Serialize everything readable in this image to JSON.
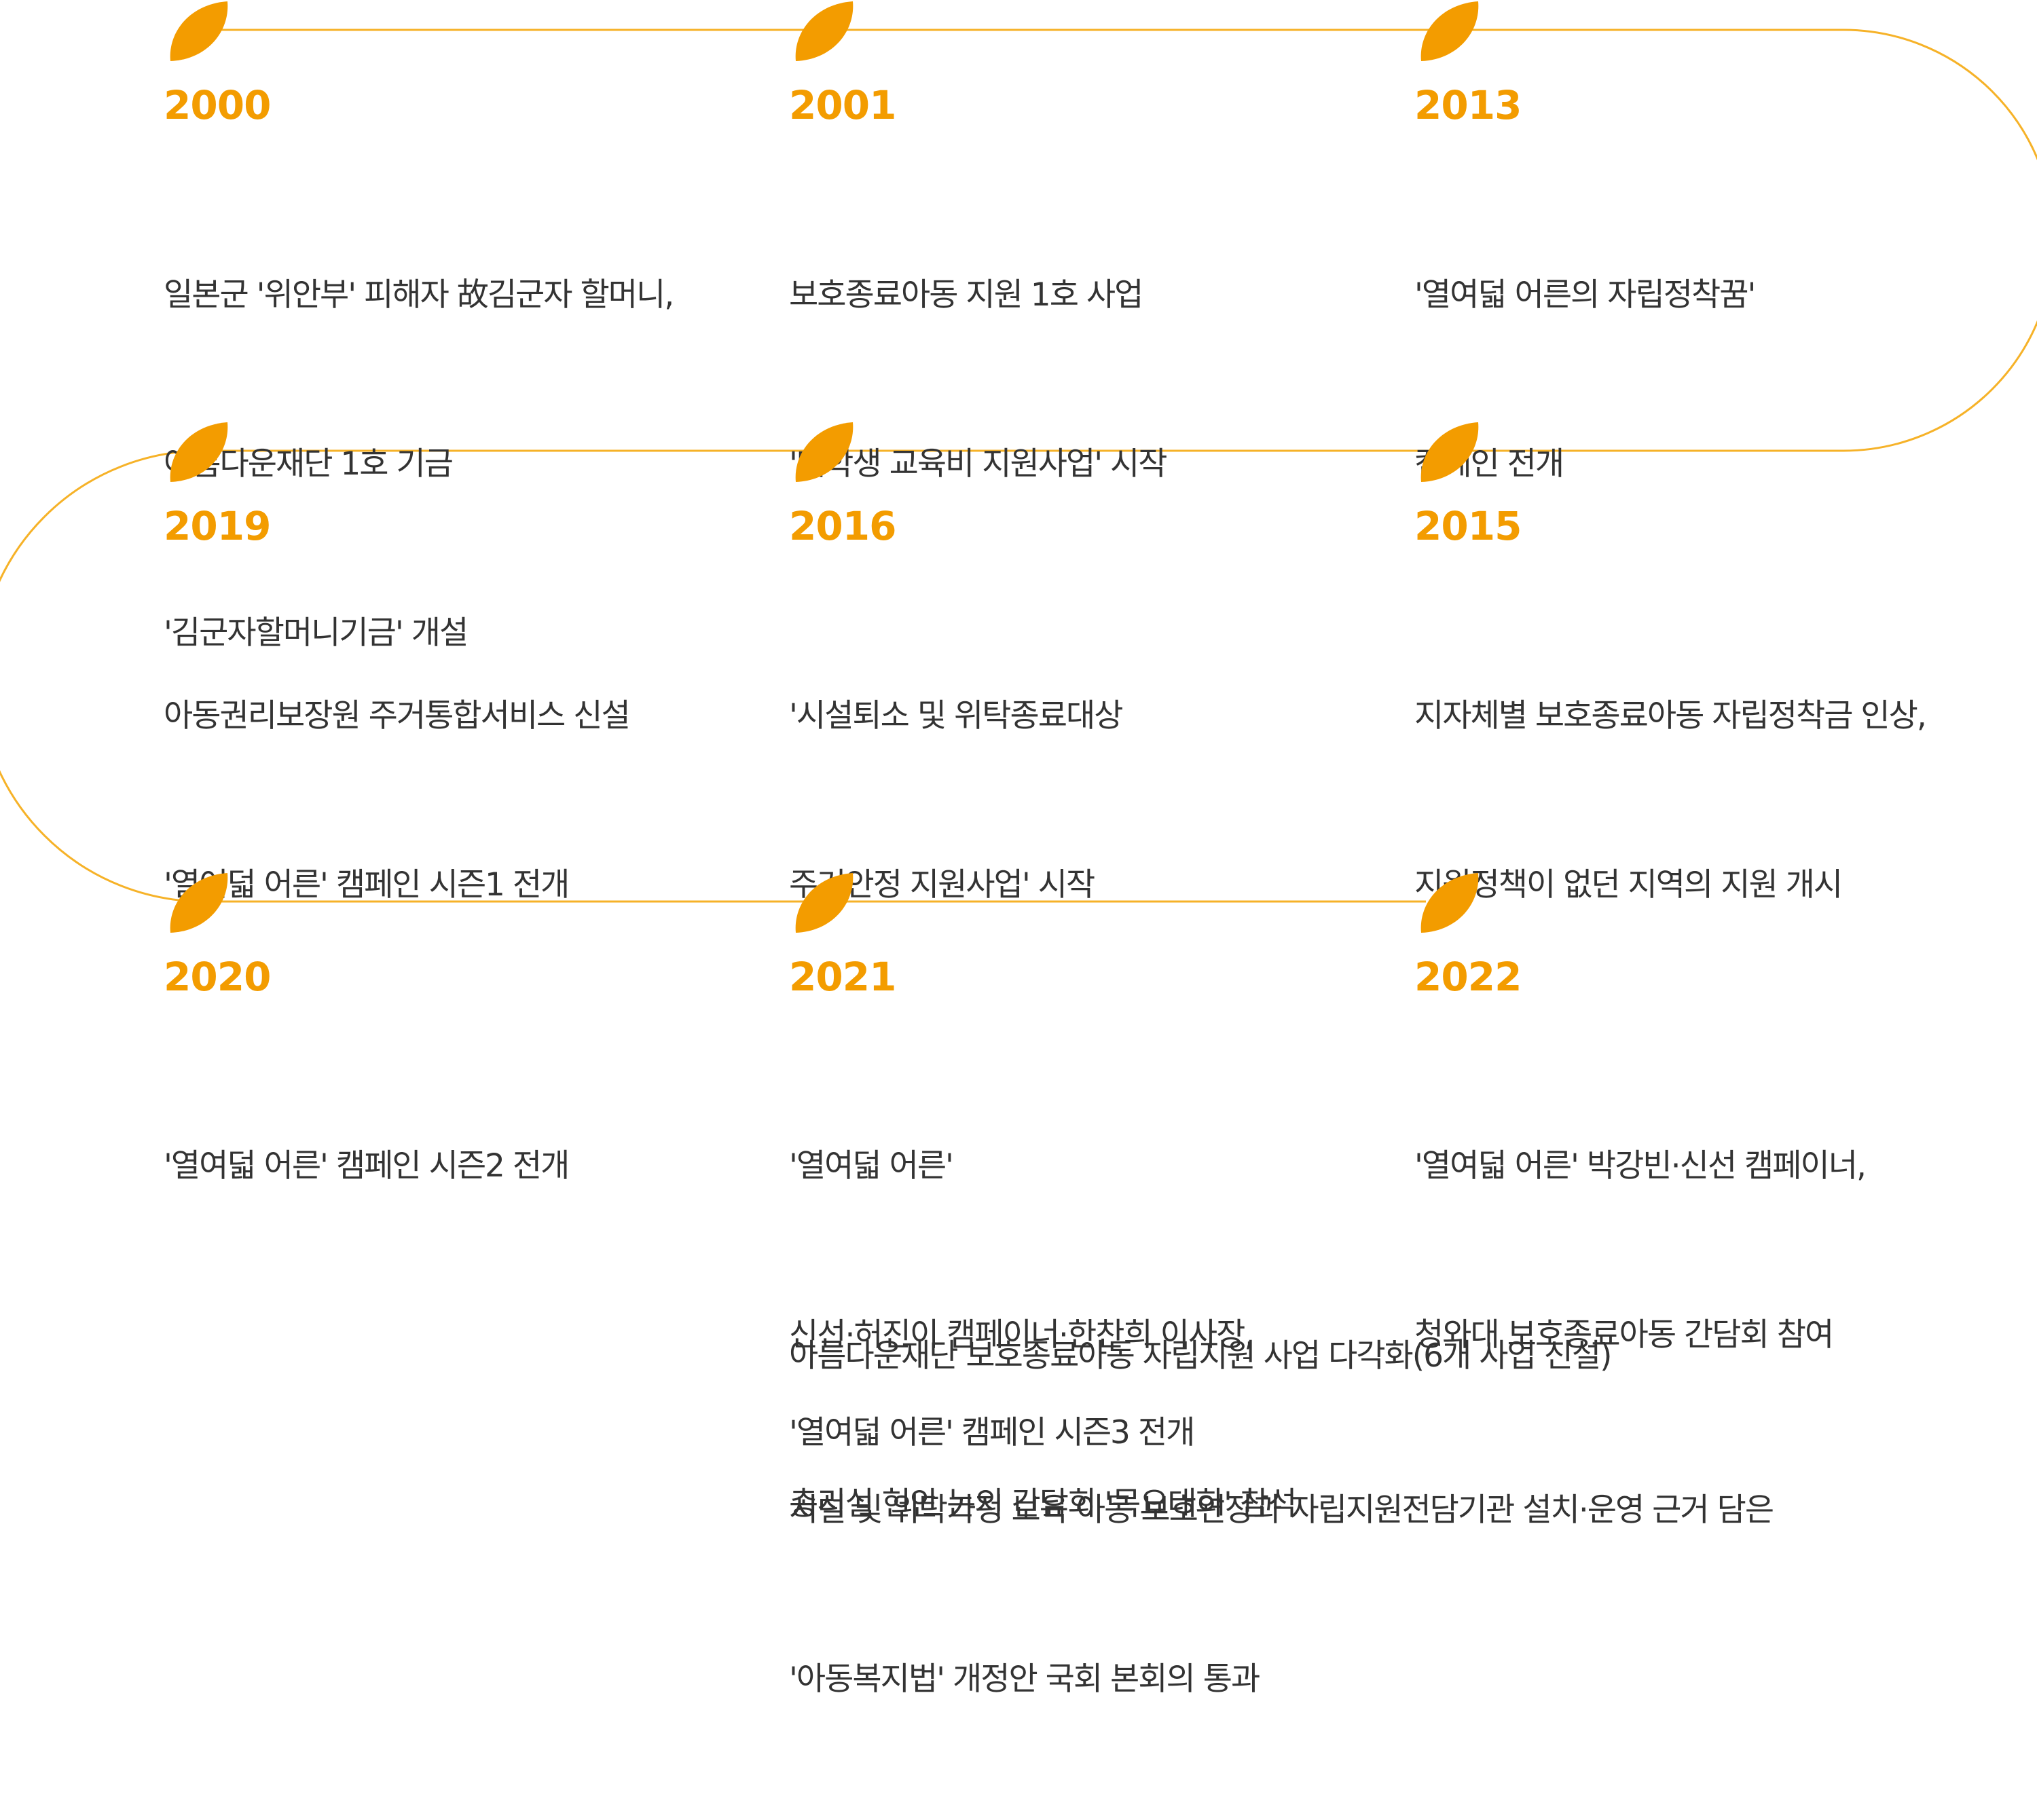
{
  "colors": {
    "accent": "#f39c00",
    "line": "#f6b228",
    "text": "#333333"
  },
  "icon": "leaf-icon",
  "milestones": [
    {
      "year": "2000",
      "lines": [
        "일본군 '위안부' 피해자 故김군자 할머니,",
        "아름다운재단 1호 기금",
        "'김군자할머니기금' 개설"
      ]
    },
    {
      "year": "2001",
      "lines": [
        "보호종료아동 지원 1호 사업",
        "'대학생 교육비 지원사업' 시작"
      ]
    },
    {
      "year": "2013",
      "lines": [
        "'열여덟 어른의 자립정착꿈'",
        "캠페인 전개"
      ]
    },
    {
      "year": "2019",
      "lines": [
        "아동권리보장원 주거통합서비스 신설",
        "'열여덟 어른' 캠페인 시즌1 전개"
      ]
    },
    {
      "year": "2016",
      "lines": [
        "'시설퇴소 및 위탁종료대상",
        "주거안정 지원사업' 시작"
      ]
    },
    {
      "year": "2015",
      "lines": [
        "지자체별 보호종료아동 자립정착금 인상,",
        "지원정책이 없던 지역의 지원 개시"
      ]
    },
    {
      "year": "2020",
      "lines": [
        "'열여덟 어른' 캠페인 시즌2 전개"
      ]
    },
    {
      "year": "2021",
      "lines": [
        "'열여덟 어른'",
        "신선·허진이 캠페이너·한찬희 이사장,",
        "총리실 현안 논의 간담회 '목요대화' 참석"
      ]
    },
    {
      "year": "2022",
      "lines": [
        "'열여덟 어른' 박강빈·신선 캠페이너,",
        "청와대 보호종료아동 간담회 참여"
      ]
    }
  ],
  "extra_2021": [
    [
      "아름다운재단 보호종료아동 자립지원 사업 다각화(6개 사업 신설)"
    ],
    [
      "'열여덟 어른' 캠페인 시즌3 전개"
    ],
    [
      "시설 및 위탁가정 보육 아동 보호연장과 자립지원전담기관 설치·운영 근거 담은",
      "'아동복지법' 개정안 국회 본회의 통과"
    ]
  ]
}
